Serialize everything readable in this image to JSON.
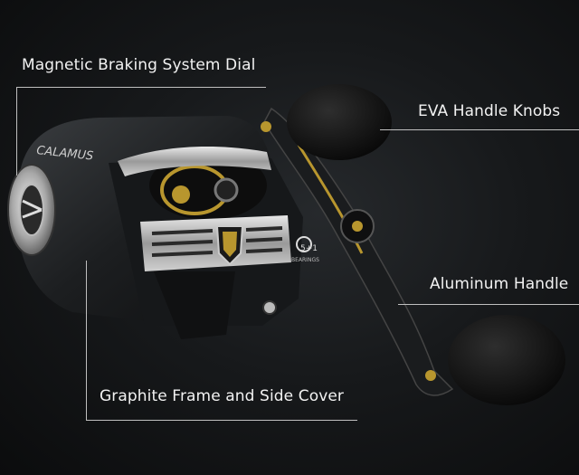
{
  "annotations": {
    "braking_dial": "Magnetic Braking System Dial",
    "handle_knobs": "EVA Handle Knobs",
    "aluminum_handle": "Aluminum Handle",
    "frame": "Graphite Frame and Side Cover"
  },
  "product": {
    "brand": "CALAMUS",
    "bearings_count": "5+1",
    "bearings_label": "BEARINGS"
  },
  "colors": {
    "background": "#141618",
    "accent_gold": "#b8962e",
    "label_text": "#f2f2f2"
  }
}
